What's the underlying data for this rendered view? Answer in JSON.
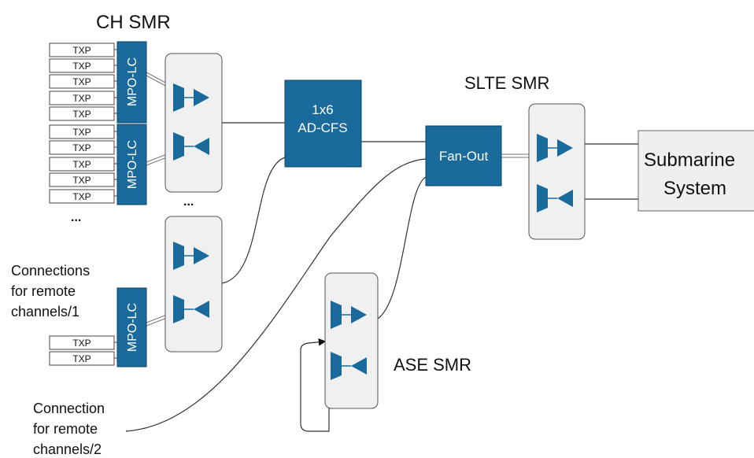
{
  "labels": {
    "ch_smr": "CH SMR",
    "slte_smr": "SLTE SMR",
    "ase_smr": "ASE SMR",
    "ad_cfs_line1": "1x6",
    "ad_cfs_line2": "AD-CFS",
    "fan_out": "Fan-Out",
    "submarine_line1": "Submarine",
    "submarine_line2": "System",
    "mpo_lc": "MPO-LC",
    "txp": "TXP",
    "ellipsis": "...",
    "remote1_line1": "Connections",
    "remote1_line2": "for remote",
    "remote1_line3": "channels/1",
    "remote2_line1": "Connection",
    "remote2_line2": "for remote",
    "remote2_line3": "channels/2"
  },
  "colors": {
    "blue": "#1a6a9b",
    "panel_fill": "#f0f0f0",
    "panel_stroke": "#555555",
    "line": "#333333"
  }
}
